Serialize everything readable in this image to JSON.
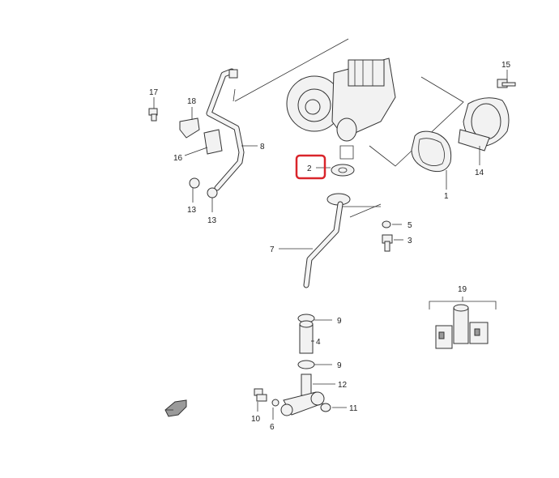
{
  "diagram": {
    "callouts": {
      "c1": "1",
      "c2": "2",
      "c3": "3",
      "c4": "4",
      "c5": "5",
      "c6": "6",
      "c7": "7",
      "c8": "8",
      "c9a": "9",
      "c9b": "9",
      "c10": "10",
      "c11": "11",
      "c12": "12",
      "c13a": "13",
      "c13b": "13",
      "c14": "14",
      "c15": "15",
      "c16": "16",
      "c17": "17",
      "c18": "18",
      "c19": "19"
    },
    "highlighted_callout": "2",
    "direction_icon": "front-arrow-icon",
    "colors": {
      "highlight": "#d9252b",
      "ink": "#333333"
    }
  }
}
